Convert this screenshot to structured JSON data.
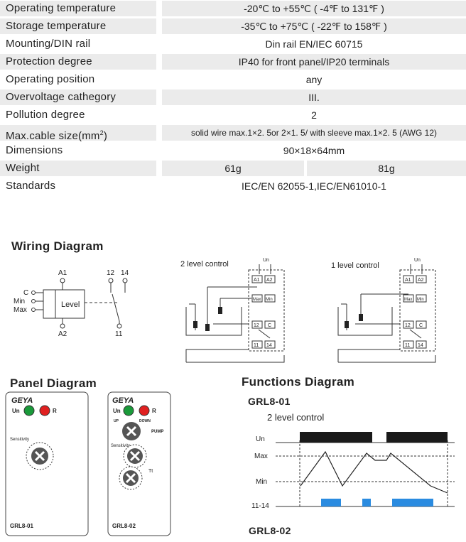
{
  "specs": [
    {
      "label": "Operating temperature",
      "value": "-20℃ to +55℃ ( -4℉ to 131℉ )"
    },
    {
      "label": "Storage temperature",
      "value": "-35℃ to +75℃ ( -22℉ to 158℉ )"
    },
    {
      "label": "Mounting/DIN rail",
      "value": "Din rail EN/IEC 60715"
    },
    {
      "label": "Protection degree",
      "value": "IP40 for front panel/IP20 terminals"
    },
    {
      "label": "Operating position",
      "value": "any"
    },
    {
      "label": "Overvoltage cathegory",
      "value": "III."
    },
    {
      "label": "Pollution degree",
      "value": "2"
    },
    {
      "label": "Max.cable size(mm",
      "label_sup": "2",
      "label_end": ")",
      "value": "solid wire max.1×2. 5or 2×1. 5/ with  sleeve max.1×2. 5 (AWG 12)"
    },
    {
      "label": "Dimensions",
      "value": "90×18×64mm"
    },
    {
      "label": "Weight",
      "value_a": "61g",
      "value_b": "81g"
    },
    {
      "label": "Standards",
      "value": "IEC/EN 62055-1,IEC/EN61010-1"
    }
  ],
  "wiring": {
    "title": "Wiring Diagram",
    "terminal_a1": "A1",
    "terminal_a2": "A2",
    "terminal_12": "12",
    "terminal_14": "14",
    "terminal_11": "11",
    "input_c": "C",
    "input_min": "Min",
    "input_max": "Max",
    "box_label": "Level",
    "diagram_2_title": "2 level control",
    "diagram_1_title": "1 level control",
    "un": "Un",
    "t_a1": "A1",
    "t_a2": "A2",
    "t_max": "Max",
    "t_min": "Min",
    "t_12": "12",
    "t_c": "C",
    "t_11": "11",
    "t_14": "14"
  },
  "panel": {
    "title": "Panel Diagram",
    "brand": "GEYA",
    "un": "Un",
    "r": "R",
    "sensitivity": "Sensitivity",
    "model_1": "GRL8-01",
    "model_2": "GRL8-02",
    "up": "UP",
    "down": "DOWN",
    "pump": "PUMP",
    "tt": "Tt",
    "led_green": "#1a9a3a",
    "led_red": "#e02020"
  },
  "functions": {
    "title": "Functions Diagram",
    "model_1": "GRL8-01",
    "subtitle": "2 level control",
    "y_un": "Un",
    "y_max": "Max",
    "y_min": "Min",
    "y_out": "11-14",
    "model_2": "GRL8-02",
    "bar_color": "#1a1a1a",
    "out_color": "#2a8be0"
  },
  "colors": {
    "row_shade": "#ebebeb",
    "text": "#222222"
  }
}
